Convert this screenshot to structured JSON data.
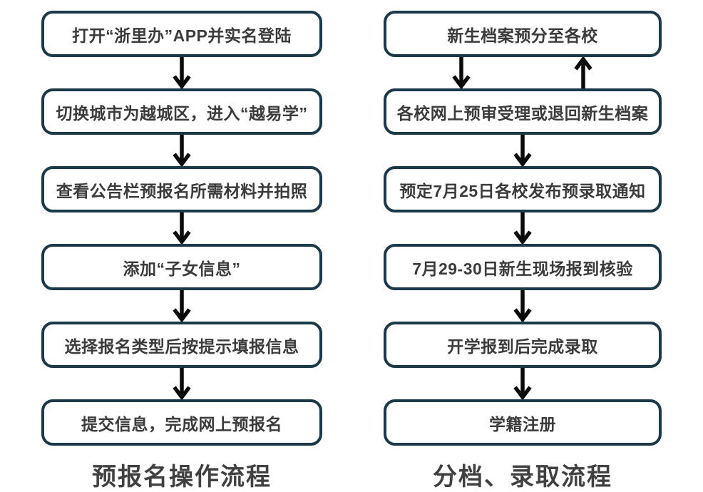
{
  "colors": {
    "page_bg": "#ffffff",
    "box_border": "#1b3948",
    "box_text": "#3b3b3b",
    "arrow_color": "#0a0a0a",
    "title_color": "#404040"
  },
  "icons": {
    "down_arrow": "down-arrow",
    "up_arrow": "up-arrow"
  },
  "flows": [
    {
      "title": "预报名操作流程",
      "steps": [
        "打开“浙里办”APP并实名登陆",
        "切换城市为越城区，进入“越易学”",
        "查看公告栏预报名所需材料并拍照",
        "添加“子女信息”",
        "选择报名类型后按提示填报信息",
        "提交信息，完成网上预报名"
      ]
    },
    {
      "title": "分档、录取流程",
      "steps": [
        "新生档案预分至各校",
        "各校网上预审受理或退回新生档案",
        "预定7月25日各校发布预录取通知",
        "7月29-30日新生现场报到核验",
        "开学报到后完成录取",
        "学籍注册"
      ]
    }
  ]
}
